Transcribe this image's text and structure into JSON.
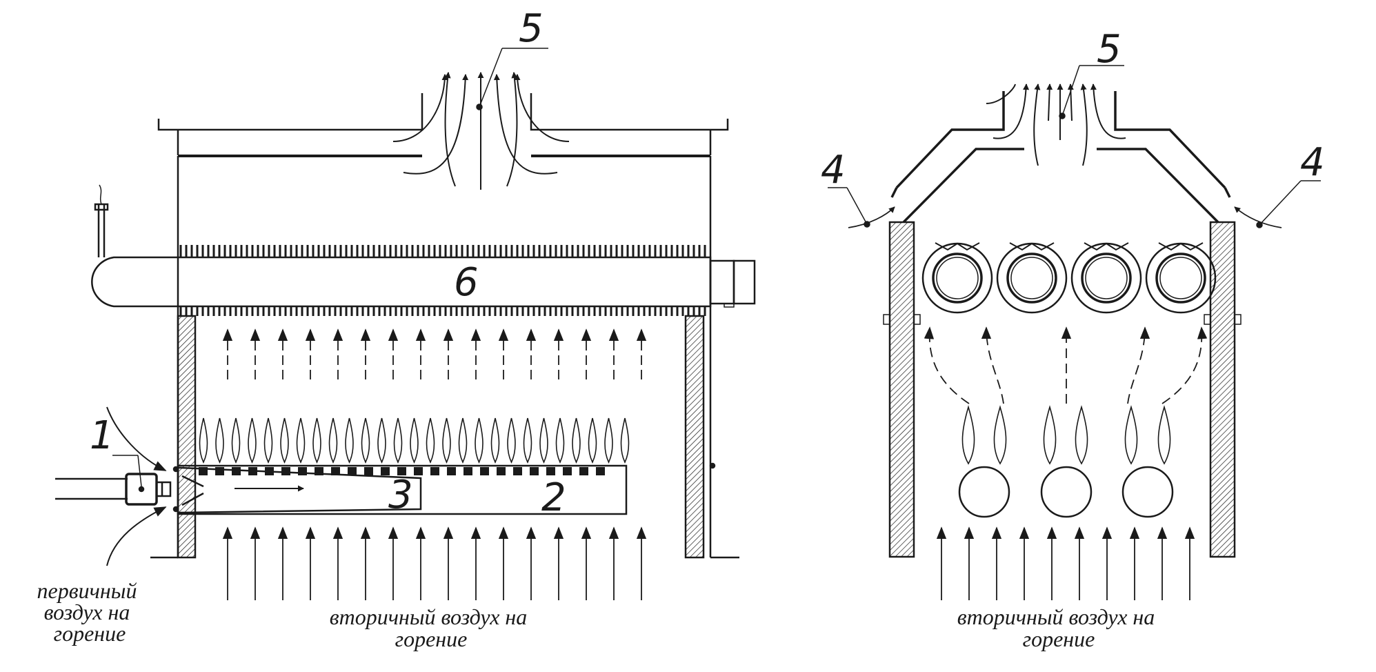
{
  "labels": {
    "primary_air": [
      "первичный",
      "воздух на",
      "горение"
    ],
    "secondary_air_left": [
      "вторичный воздух на",
      "горение"
    ],
    "secondary_air_right": [
      "вторичный воздух на",
      "горение"
    ],
    "n1": "1",
    "n2": "2",
    "n3": "3",
    "n4_left": "4",
    "n4_right": "4",
    "n5_left": "5",
    "n5_right": "5",
    "n6": "6"
  },
  "colors": {
    "line": "#1a1a1a",
    "background": "#ffffff"
  }
}
